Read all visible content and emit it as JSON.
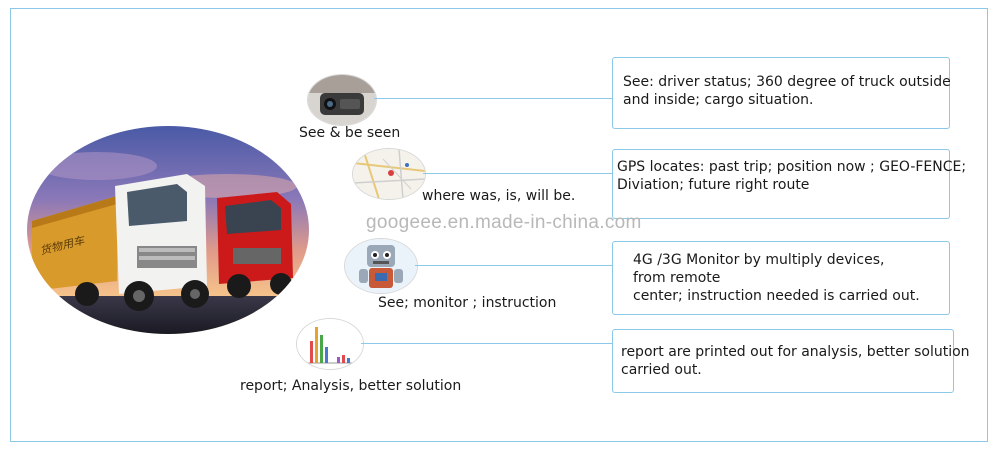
{
  "watermark": "googeee.en.made-in-china.com",
  "rows": [
    {
      "caption": "See & be seen",
      "icon": "camera-icon",
      "box_lines": [
        "See: driver status; 360 degree of truck outside",
        "and inside; cargo situation."
      ]
    },
    {
      "caption": "where was, is, will be.",
      "icon": "map-icon",
      "box_lines": [
        "GPS locates: past trip; position now ; GEO-FENCE;",
        "Diviation; future right route"
      ]
    },
    {
      "caption": "See; monitor ; instruction",
      "icon": "robot-icon",
      "box_lines": [
        "4G /3G Monitor by multiply devices,",
        "from remote",
        "center; instruction needed is carried out."
      ]
    },
    {
      "caption": "report; Analysis, better solution",
      "icon": "bar-chart-icon",
      "box_lines": [
        "report are printed out for analysis, better solution",
        "carried out."
      ]
    }
  ],
  "truck_image": {
    "icon": "truck-photo",
    "container_text": "货物用车"
  },
  "colors": {
    "connector": "#8cc8e8",
    "frame": "#8cc8e8"
  }
}
